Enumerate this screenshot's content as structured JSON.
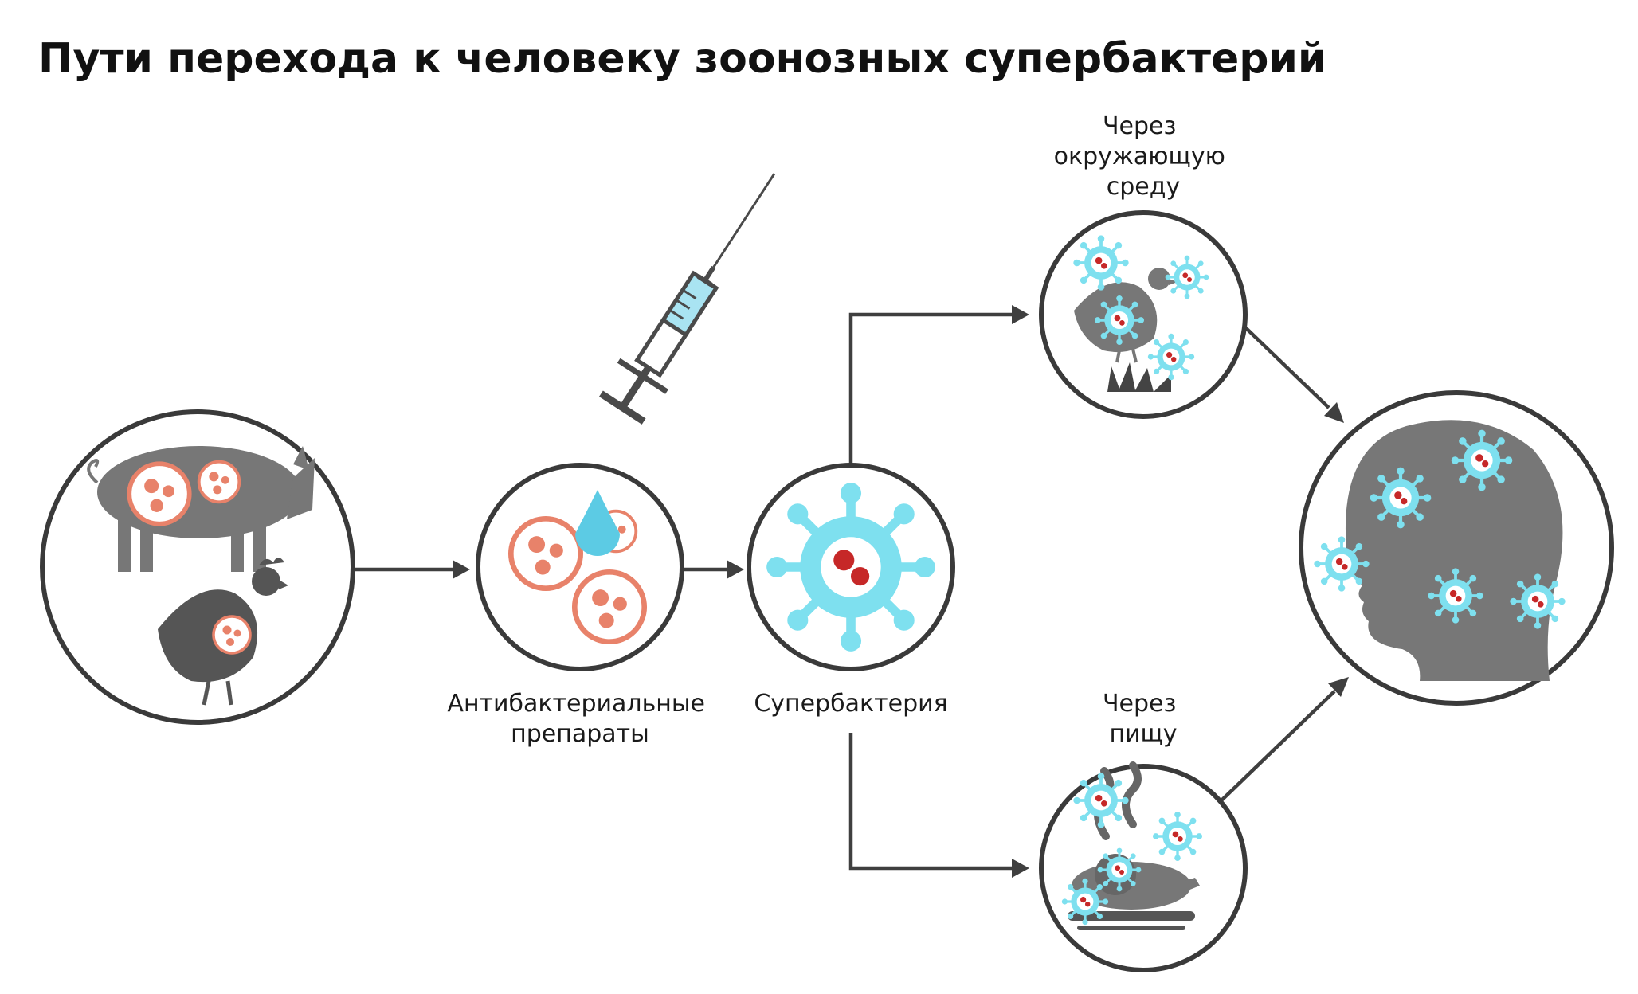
{
  "title": "Пути перехода к человеку зоонозных супербактерий",
  "labels": {
    "antibiotics": [
      "Антибактериальные",
      "препараты"
    ],
    "superbacterium": [
      "Супербактерия"
    ],
    "environment": [
      "Через",
      "окружающую",
      "среду"
    ],
    "food": [
      "Через",
      "пищу"
    ]
  },
  "colors": {
    "outline": "#3a3a3a",
    "animal_gray": "#777777",
    "animal_dark": "#555555",
    "bacteria_salmon": "#e8826a",
    "superbug_cyan": "#7ee0ef",
    "superbug_red": "#c62828",
    "syringe_fluid": "#a9e4f2"
  },
  "icons": [
    "pig-icon",
    "chicken-icon",
    "syringe-icon",
    "drop-icon",
    "superbug-icon",
    "grass-icon",
    "roast-icon",
    "human-head-icon"
  ]
}
